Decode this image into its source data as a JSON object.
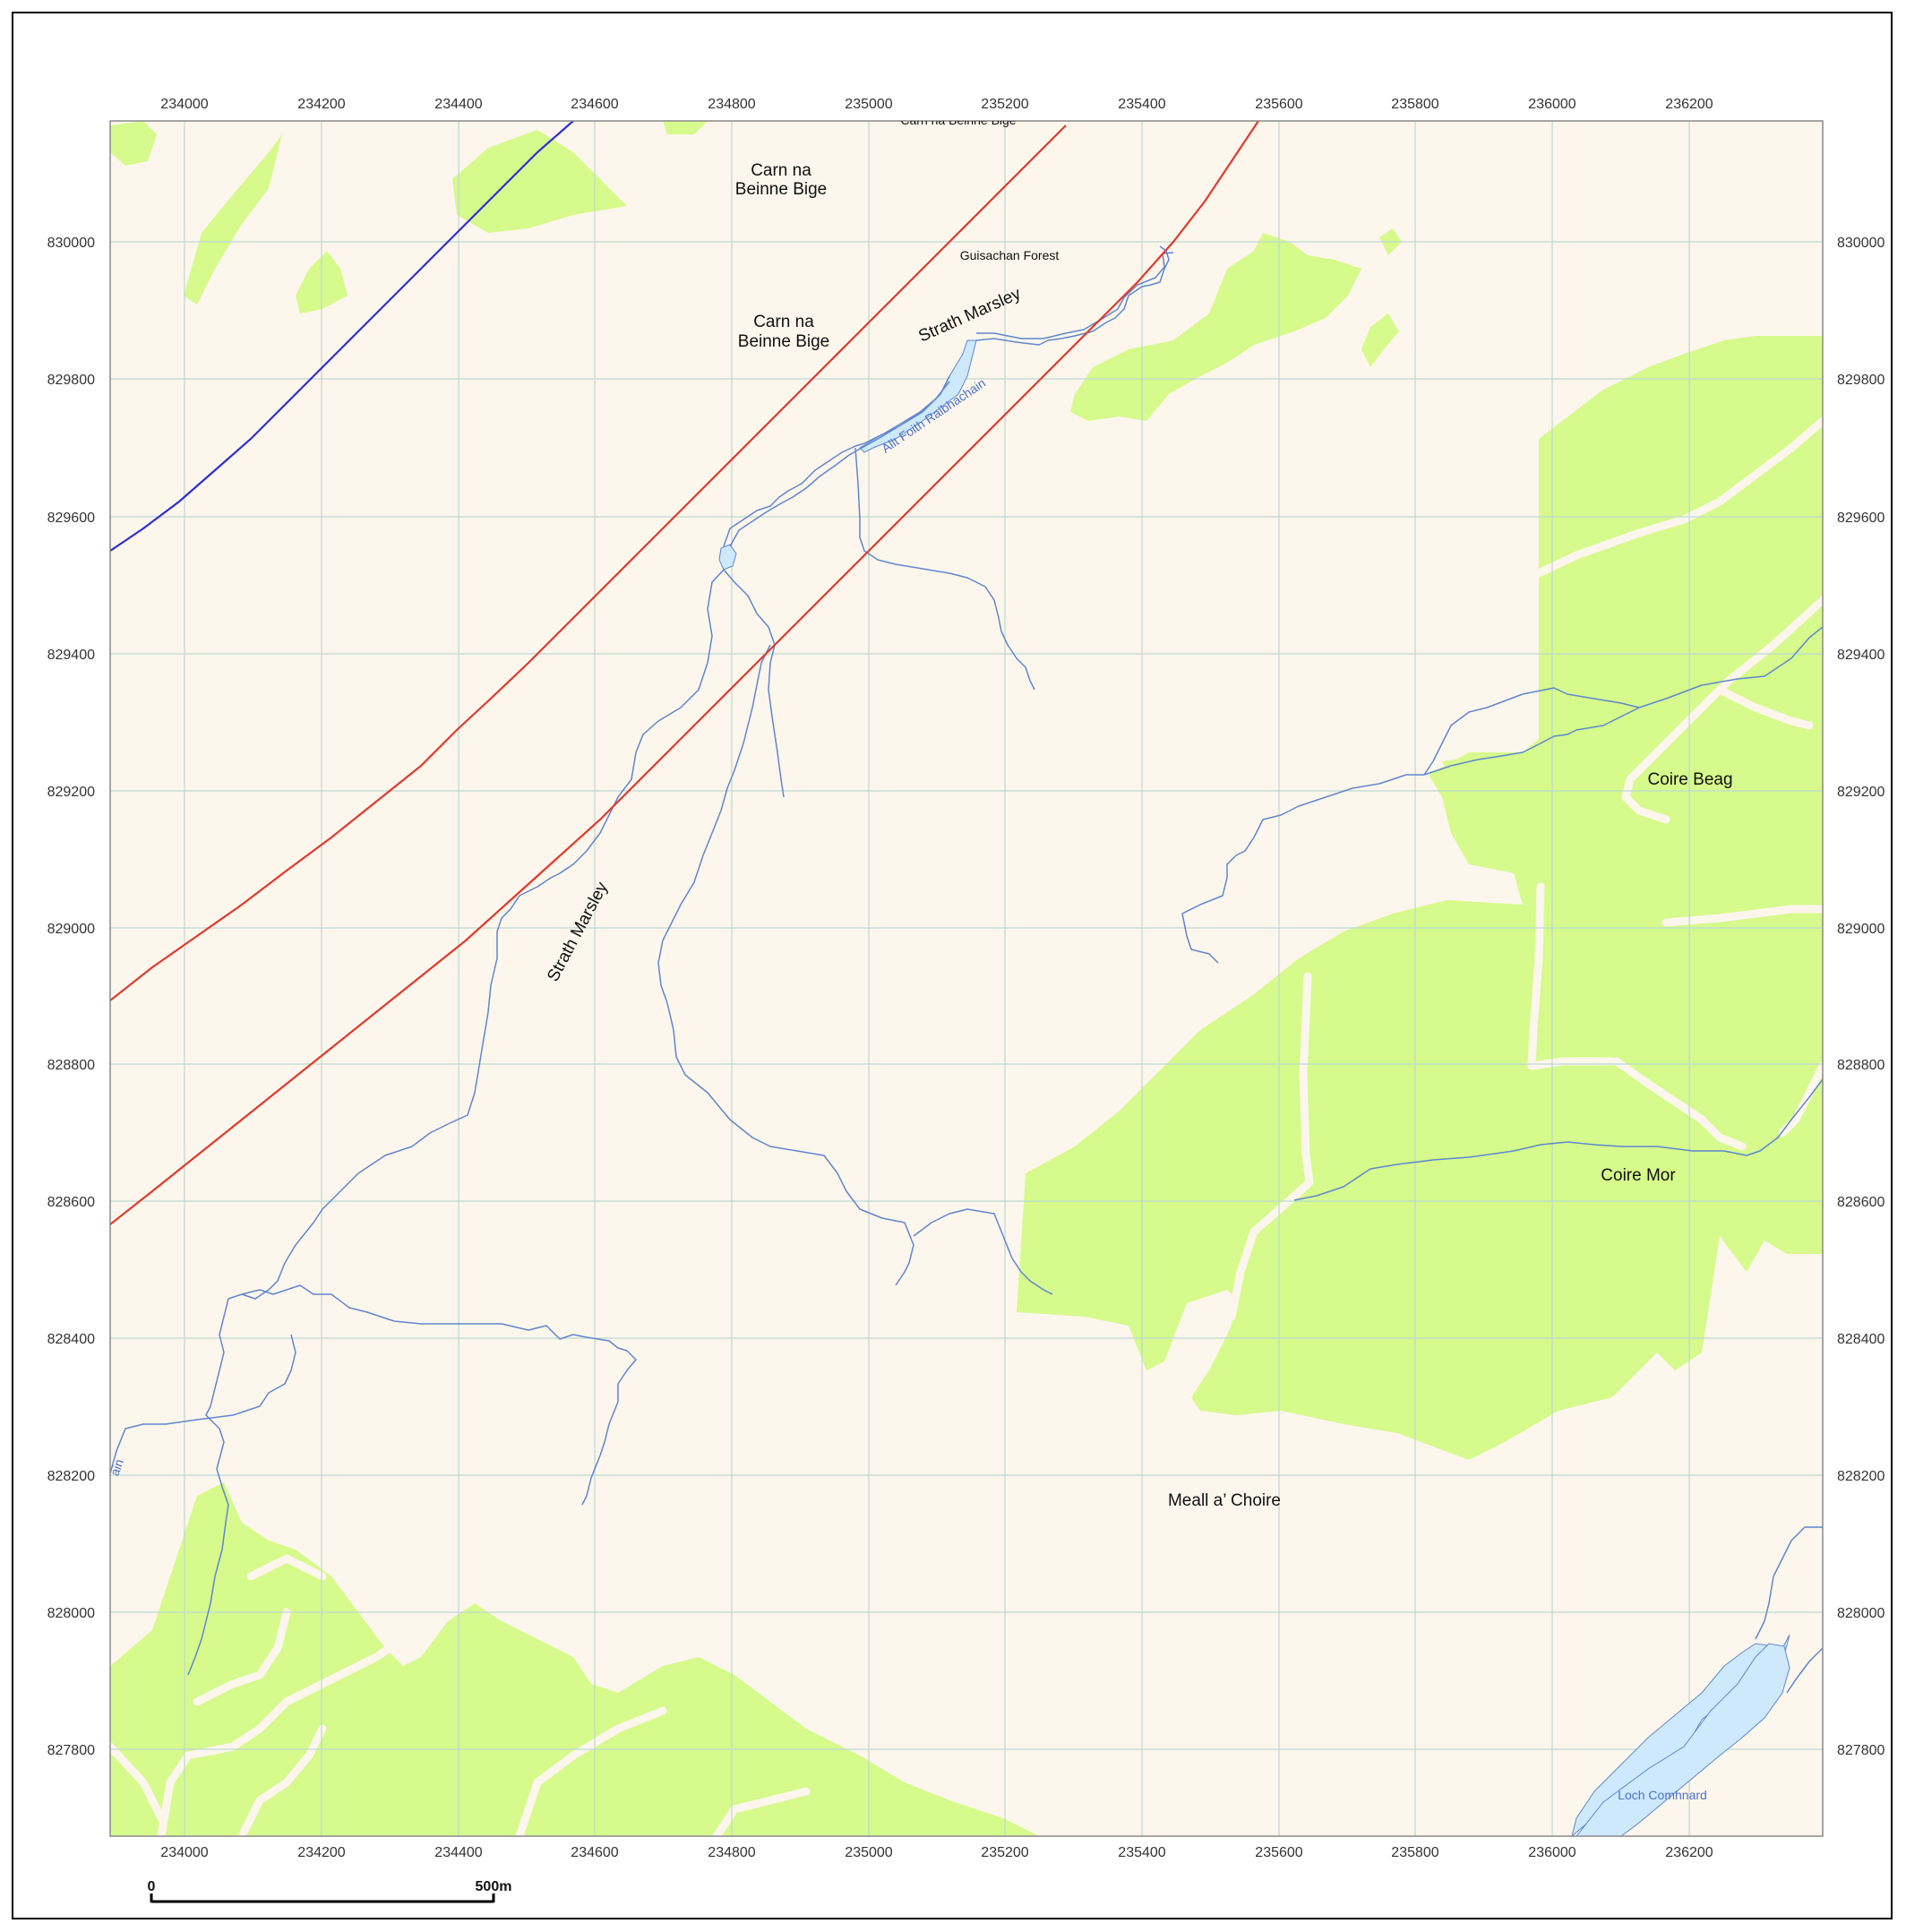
{
  "map": {
    "colors": {
      "land": "#fdf6ec",
      "forest": "#d6fa8c",
      "water": "#cde9fb",
      "stream": "#5f86cf",
      "grid": "#bcd9d2",
      "railway_red": "#e0392d",
      "boundary_blue": "#2d2fd2",
      "frame": "#000000"
    },
    "grid": {
      "eastings": [
        "234000",
        "234200",
        "234400",
        "234600",
        "234800",
        "235000",
        "235200",
        "235400",
        "235600",
        "235800",
        "236000",
        "236200"
      ],
      "northings": [
        "830000",
        "829800",
        "829600",
        "829400",
        "829200",
        "829000",
        "828800",
        "828600",
        "828400",
        "828200",
        "828000",
        "827800"
      ]
    },
    "labels": {
      "carn_top_line1": "Carn na",
      "carn_top_line2": "Beinne Bige",
      "carn_mid_line1": "Carn na",
      "carn_mid_line2": "Beinne Bige",
      "guisachan": "Guisachan Forest",
      "strath_marsley_ne": "Strath Marsley",
      "strath_marsley_sw": "Strath Marsley",
      "allt_foith": "Allt Foith Raibhachain",
      "coire_beag": "Coire Beag",
      "coire_mor": "Coire Mor",
      "meall": "Meall a’ Choire",
      "loch": "Loch Comhnard",
      "edge_water": "ain",
      "clipped_top": "Carn na Beinne Bige"
    },
    "scale_bar": {
      "start": "0",
      "end": "500m"
    }
  }
}
